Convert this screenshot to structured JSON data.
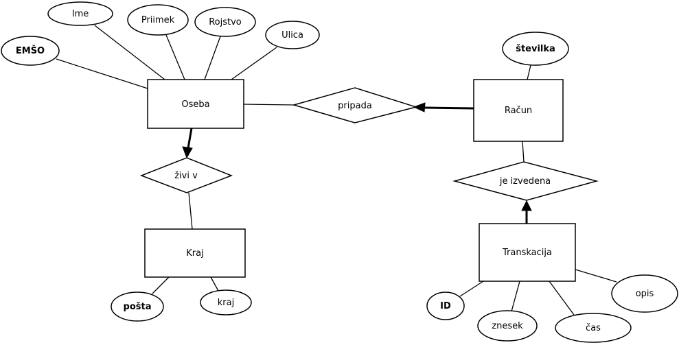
{
  "entities": {
    "oseba": "Oseba",
    "racun": "Račun",
    "kraj": "Kraj",
    "transkacija": "Transkacija"
  },
  "relationships": {
    "pripada": "pripada",
    "zivi_v": "živi v",
    "je_izvedena": "je izvedena"
  },
  "attributes": {
    "emso": "EMŠO",
    "ime": "Ime",
    "priimek": "Priimek",
    "rojstvo": "Rojstvo",
    "ulica": "Ulica",
    "stevilka": "številka",
    "posta": "pošta",
    "kraj": "kraj",
    "id": "ID",
    "znesek": "znesek",
    "cas": "čas",
    "opis": "opis"
  }
}
